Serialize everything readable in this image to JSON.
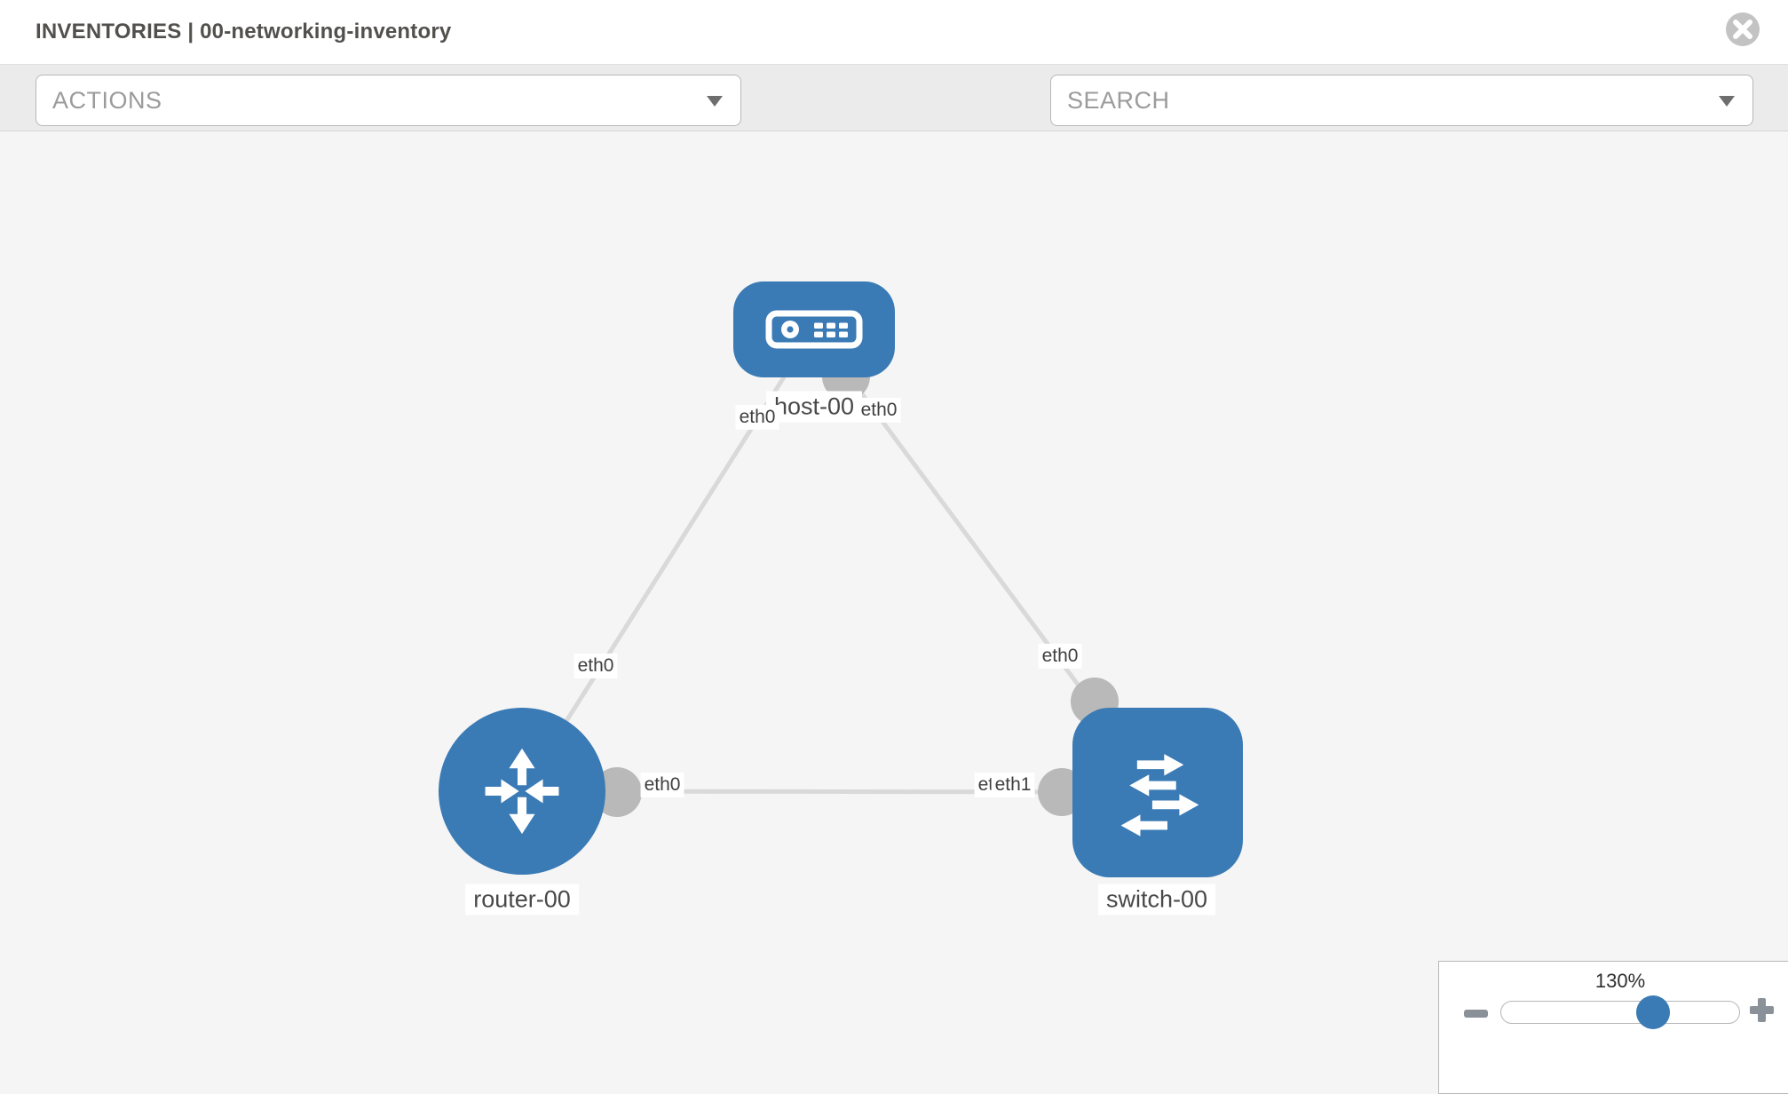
{
  "header": {
    "title": "INVENTORIES | 00-networking-inventory"
  },
  "toolbar": {
    "actions_label": "ACTIONS",
    "search_label": "SEARCH",
    "icons": [
      "wrench-icon",
      "key-icon"
    ]
  },
  "topology": {
    "nodes": [
      {
        "id": "host-00",
        "type": "host",
        "label": "host-00",
        "shape": "rounded-rect",
        "icon": "host-icon"
      },
      {
        "id": "router-00",
        "type": "router",
        "label": "router-00",
        "shape": "circle",
        "icon": "router-icon"
      },
      {
        "id": "switch-00",
        "type": "switch",
        "label": "switch-00",
        "shape": "rounded-square",
        "icon": "switch-icon"
      }
    ],
    "links": [
      {
        "source": "host-00",
        "target": "router-00",
        "source_interface": "eth0",
        "target_interface": "eth0"
      },
      {
        "source": "host-00",
        "target": "switch-00",
        "source_interface": "eth0",
        "target_interface": "eth0"
      },
      {
        "source": "router-00",
        "target": "switch-00",
        "source_interface": "eth0",
        "target_interface": "eth1"
      }
    ]
  },
  "zoom_control": {
    "value": "130%",
    "percent_along_track": 64
  },
  "colors": {
    "node_blue": "#3a7ab5",
    "link_gray": "#d9d9d9",
    "connector_gray": "#b9b9b9",
    "canvas_bg": "#f5f5f5",
    "toolbar_bg": "#ebebeb",
    "close_button_gray": "#c3c3c3"
  }
}
